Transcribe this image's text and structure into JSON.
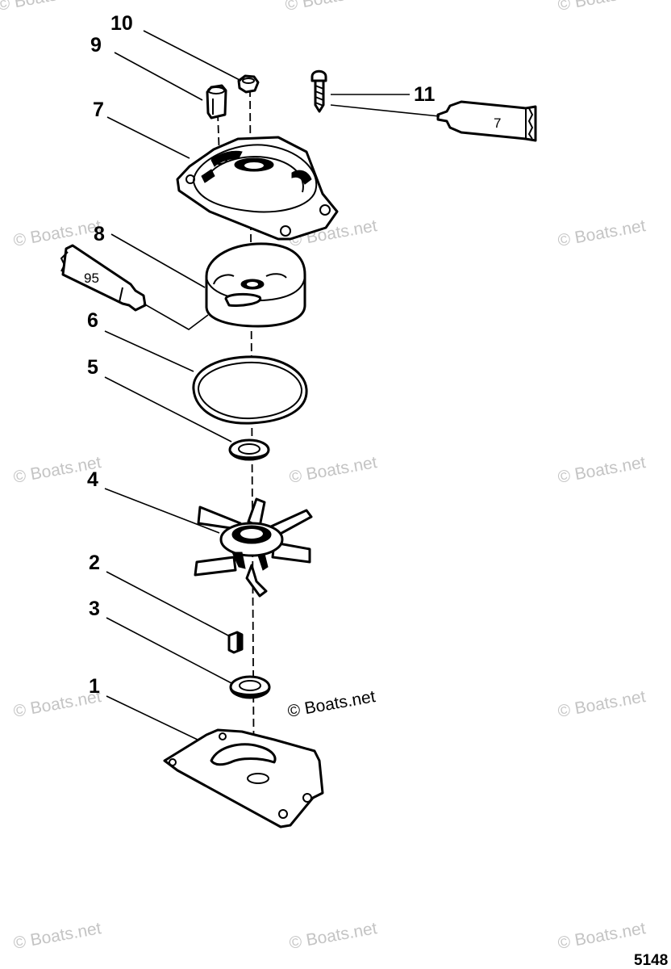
{
  "callouts": {
    "c1": "1",
    "c2": "2",
    "c3": "3",
    "c4": "4",
    "c5": "5",
    "c6": "6",
    "c7": "7",
    "c8": "8",
    "c9": "9",
    "c10": "10",
    "c11": "11"
  },
  "tubes": {
    "sealant_label": "7",
    "lubricant_label": "95"
  },
  "watermark": "© Boats.net",
  "figure_number": "5148"
}
